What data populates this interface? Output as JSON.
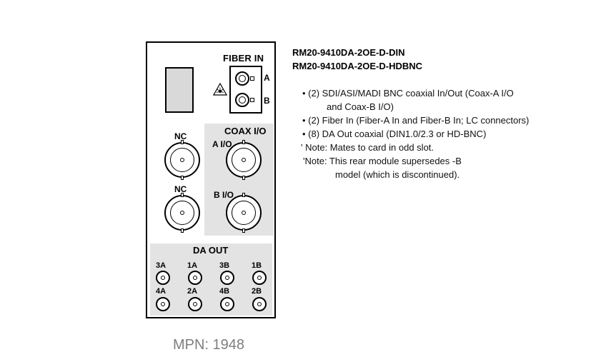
{
  "panel": {
    "fiber_in_title": "FIBER IN",
    "fiber_port_a": "A",
    "fiber_port_b": "B",
    "laser_warning_icon": "laser-warning-icon",
    "nc_label_top": "NC",
    "nc_label_bottom": "NC",
    "coax_title": "COAX I/O",
    "coax_a_label": "A I/O",
    "coax_b_label": "B I/O",
    "da_out_title": "DA OUT",
    "da_top_labels": [
      "3A",
      "1A",
      "3B",
      "1B"
    ],
    "da_bottom_labels": [
      "4A",
      "2A",
      "4B",
      "2B"
    ]
  },
  "mpn": "MPN: 1948",
  "models": [
    "RM20-9410DA-2OE-D-DIN",
    "RM20-9410DA-2OE-D-HDBNC"
  ],
  "bullets": [
    {
      "line1": "• (2) SDI/ASI/MADI BNC coaxial In/Out (Coax-A I/O",
      "line2": "and Coax-B I/O)"
    },
    {
      "line1": "• (2) Fiber In (Fiber-A In and Fiber-B In; LC connectors)"
    },
    {
      "line1": "• (8) DA Out coaxial (DIN1.0/2.3 or HD-BNC)"
    }
  ],
  "notes": [
    {
      "line1": "' Note: Mates to card in odd slot."
    },
    {
      "line1": "'Note: This rear module supersedes -B",
      "line2": "model (which is discontinued)."
    }
  ],
  "colors": {
    "panel_shade": "#e3e3e3",
    "blank_slot": "#d9d9d9",
    "mpn_text": "#7f7f7f"
  }
}
